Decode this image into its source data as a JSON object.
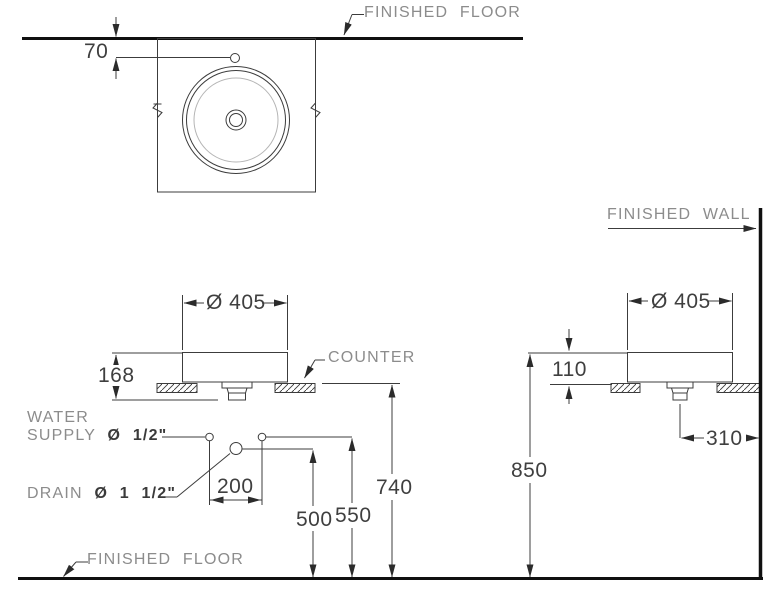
{
  "labels": {
    "finished_floor_top": "FINISHED FLOOR",
    "finished_floor_bottom": "FINISHED FLOOR",
    "finished_wall": "FINISHED WALL",
    "counter": "COUNTER",
    "water_supply_line1": "WATER",
    "water_supply_line2": "SUPPLY",
    "water_supply_size": "Ø 1/2\"",
    "drain_label": "DRAIN",
    "drain_size": "Ø 1 1/2\""
  },
  "dimensions": {
    "plan": {
      "faucet_center_from_wall": "70"
    },
    "front": {
      "basin_diameter": "Ø 405",
      "basin_total_height": "168",
      "supply_spacing": "200",
      "drain_height_from_floor": "500",
      "supply_height_from_floor": "550",
      "counter_top_height_from_floor": "740"
    },
    "side": {
      "basin_diameter": "Ø 405",
      "rim_above_counter": "110",
      "drain_center_from_wall": "310",
      "rim_height_from_floor": "850"
    }
  },
  "colors": {
    "line": "#3c3c3c",
    "thick_line": "#101010",
    "label_text": "#8c8c8c",
    "dimension_text": "#3f3f3f",
    "basin_inner_circle": "#b5b5b5",
    "background": "#ffffff"
  }
}
